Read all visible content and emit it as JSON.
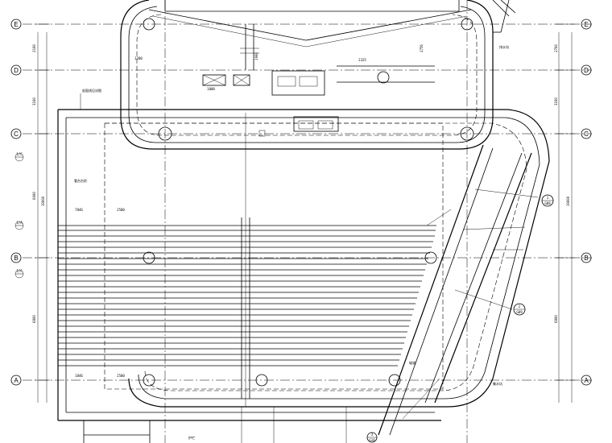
{
  "grid": {
    "rows": [
      "E",
      "D",
      "C",
      "B",
      "A"
    ],
    "sub_rows": [
      "1/C",
      "1/A",
      "1/C"
    ]
  },
  "dimensions": {
    "left_spans": [
      "2100",
      "3100",
      "6000",
      "6800"
    ],
    "left_total": "19000",
    "right_spans": [
      "2700",
      "3100",
      "6800"
    ],
    "right_total": "19000",
    "left_inner": [
      "7846",
      "2500",
      "1846",
      "2500"
    ],
    "top_marks": [
      "1200",
      "1000",
      "2325",
      "2756",
      "1900"
    ]
  },
  "notes": [
    "剖面线见详图",
    "看台台阶",
    "排水沟",
    "坡道",
    "护栏",
    "集水坑"
  ],
  "callouts": [
    {
      "top": "1",
      "bottom": "G08"
    },
    {
      "top": "2",
      "bottom": "G09"
    },
    {
      "top": "3",
      "bottom": "G10"
    }
  ]
}
